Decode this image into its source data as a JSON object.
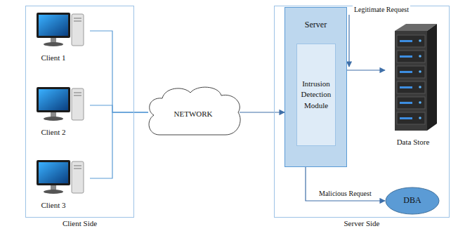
{
  "diagram": {
    "nodes": [
      {
        "text": [
          "Client Side"
        ]
      },
      {
        "text": [
          "Client 1"
        ],
        "in": 0
      },
      {
        "text": [
          "Client 2"
        ],
        "in": 0
      },
      {
        "text": [
          "Client 3"
        ],
        "in": 0
      },
      {
        "text": [
          "NETWORK"
        ]
      },
      {
        "text": [
          "Server Side"
        ]
      },
      {
        "text": [
          "Server"
        ],
        "in": 5
      },
      {
        "text": [
          "Intrusion Detection Module"
        ],
        "in": 6
      },
      {
        "text": [
          "Data Store"
        ],
        "in": 5
      },
      {
        "text": [
          "DBA"
        ],
        "in": 5
      }
    ],
    "edges": [
      {
        "from": 1,
        "to": 4,
        "arrow": "none"
      },
      {
        "from": 2,
        "to": 4,
        "arrow": "none"
      },
      {
        "from": 3,
        "to": 4,
        "arrow": "none"
      },
      {
        "from": 4,
        "to": 6,
        "arrow": "to"
      },
      {
        "from": 6,
        "to": 8,
        "arrow": "to",
        "label": "Legitimate Request"
      },
      {
        "from": 6,
        "to": 9,
        "arrow": "to",
        "label": "Malicious Request"
      }
    ]
  }
}
